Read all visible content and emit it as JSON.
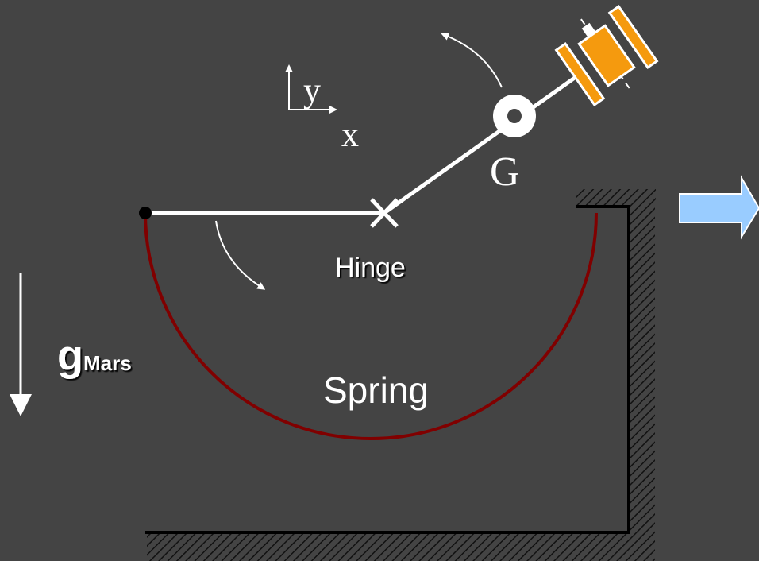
{
  "labels": {
    "axis_y": "y",
    "axis_x": "x",
    "center_of_mass": "G",
    "hinge": "Hinge",
    "spring": "Spring",
    "gravity_symbol": "g",
    "gravity_subscript": "Mars"
  },
  "icons": {
    "gravity_arrow": "arrow-down-icon",
    "next_arrow": "arrow-right-icon",
    "rotation_arrow_upper": "curved-arrow-ccw-icon",
    "rotation_arrow_lower": "curved-arrow-cw-icon",
    "spacecraft": "spacecraft-icon",
    "hinge_mark": "cross-icon"
  },
  "colors": {
    "background": "#444444",
    "line": "#ffffff",
    "spring": "#800000",
    "wall": "#000000",
    "spacecraft_body": "#f59a0e",
    "next_arrow_fill": "#99ccff"
  }
}
